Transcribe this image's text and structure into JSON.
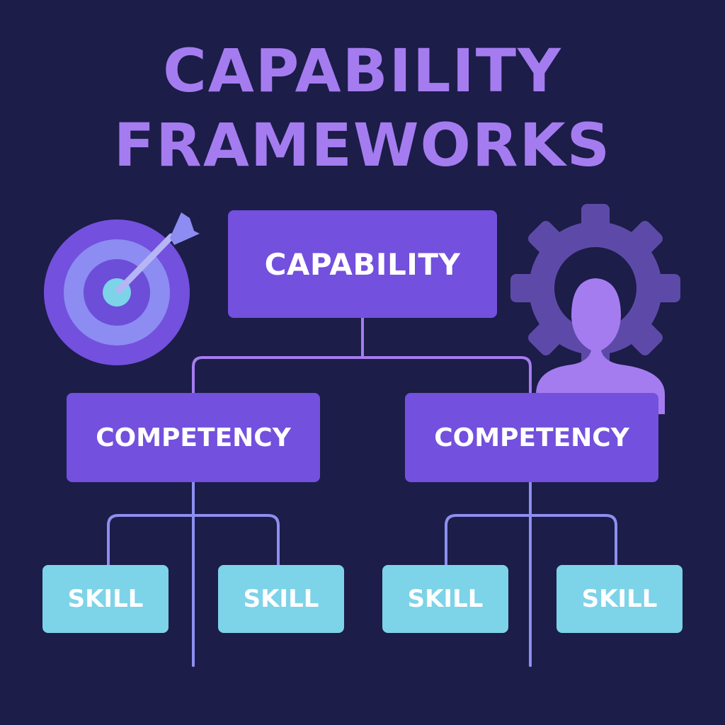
{
  "title": {
    "line1": "CAPABILITY",
    "line2": "FRAMEWORKS"
  },
  "hierarchy": {
    "capability": "CAPABILITY",
    "competencies": [
      {
        "label": "COMPETENCY",
        "skills": [
          "SKILL",
          "SKILL"
        ]
      },
      {
        "label": "COMPETENCY",
        "skills": [
          "SKILL",
          "SKILL"
        ]
      }
    ]
  },
  "icons": {
    "left": "target-arrow-icon",
    "right": "gear-person-icon"
  },
  "colors": {
    "background": "#1c1d48",
    "title": "#a57cf0",
    "capability_box": "#7350dd",
    "competency_box": "#7350dd",
    "skill_box": "#7dd3e8",
    "connector_top": "#a57cf0",
    "connector_bottom": "#8d8ff0"
  }
}
